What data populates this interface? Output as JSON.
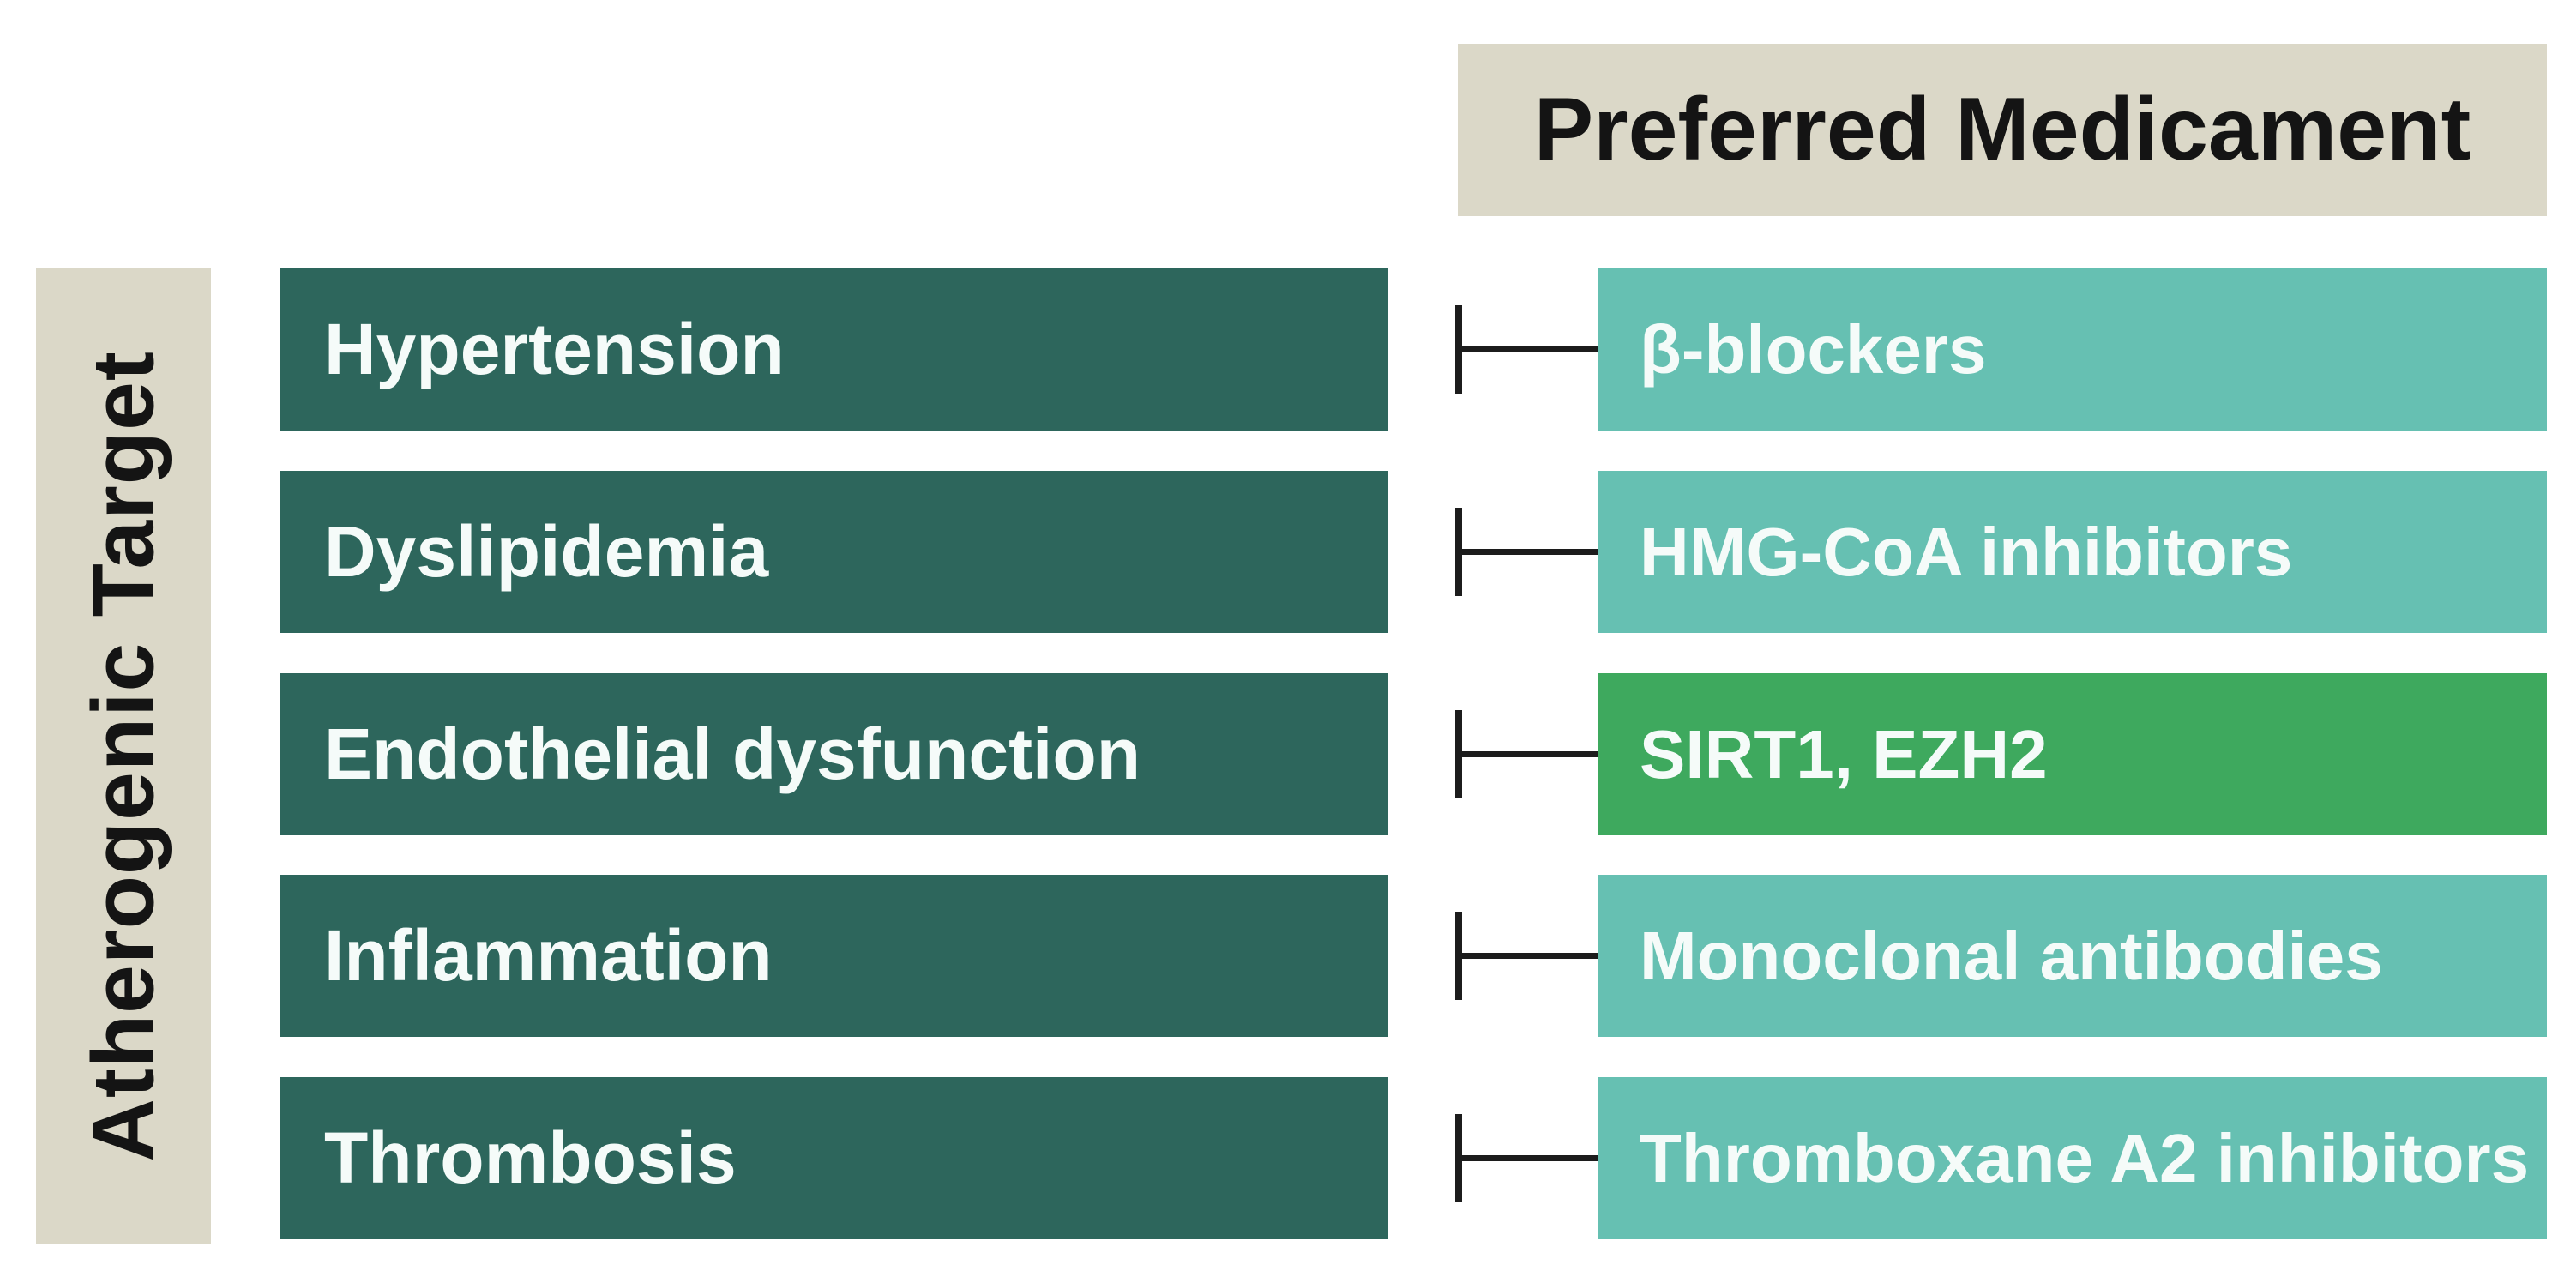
{
  "header": {
    "label": "Preferred Medicament"
  },
  "side_label": "Atherogenic Target",
  "rows": [
    {
      "target": "Hypertension",
      "medicament": "β-blockers",
      "variant": "teal"
    },
    {
      "target": "Dyslipidemia",
      "medicament": "HMG-CoA inhibitors",
      "variant": "teal"
    },
    {
      "target": "Endothelial dysfunction",
      "medicament": "SIRT1, EZH2",
      "variant": "green"
    },
    {
      "target": "Inflammation",
      "medicament": "Monoclonal antibodies",
      "variant": "teal"
    },
    {
      "target": "Thrombosis",
      "medicament": "Thromboxane A2 inhibitors",
      "variant": "teal"
    }
  ],
  "colors": {
    "background": "#ffffff",
    "panel_beige": "#dbd8c8",
    "target_box": "#2d665c",
    "medicament_teal": "#66c0b2",
    "medicament_green": "#3ea95e",
    "connector": "#1c1c1c",
    "text_dark": "#141414",
    "text_light": "#f5fbf9"
  },
  "layout_hints": {
    "row_count": 5
  }
}
